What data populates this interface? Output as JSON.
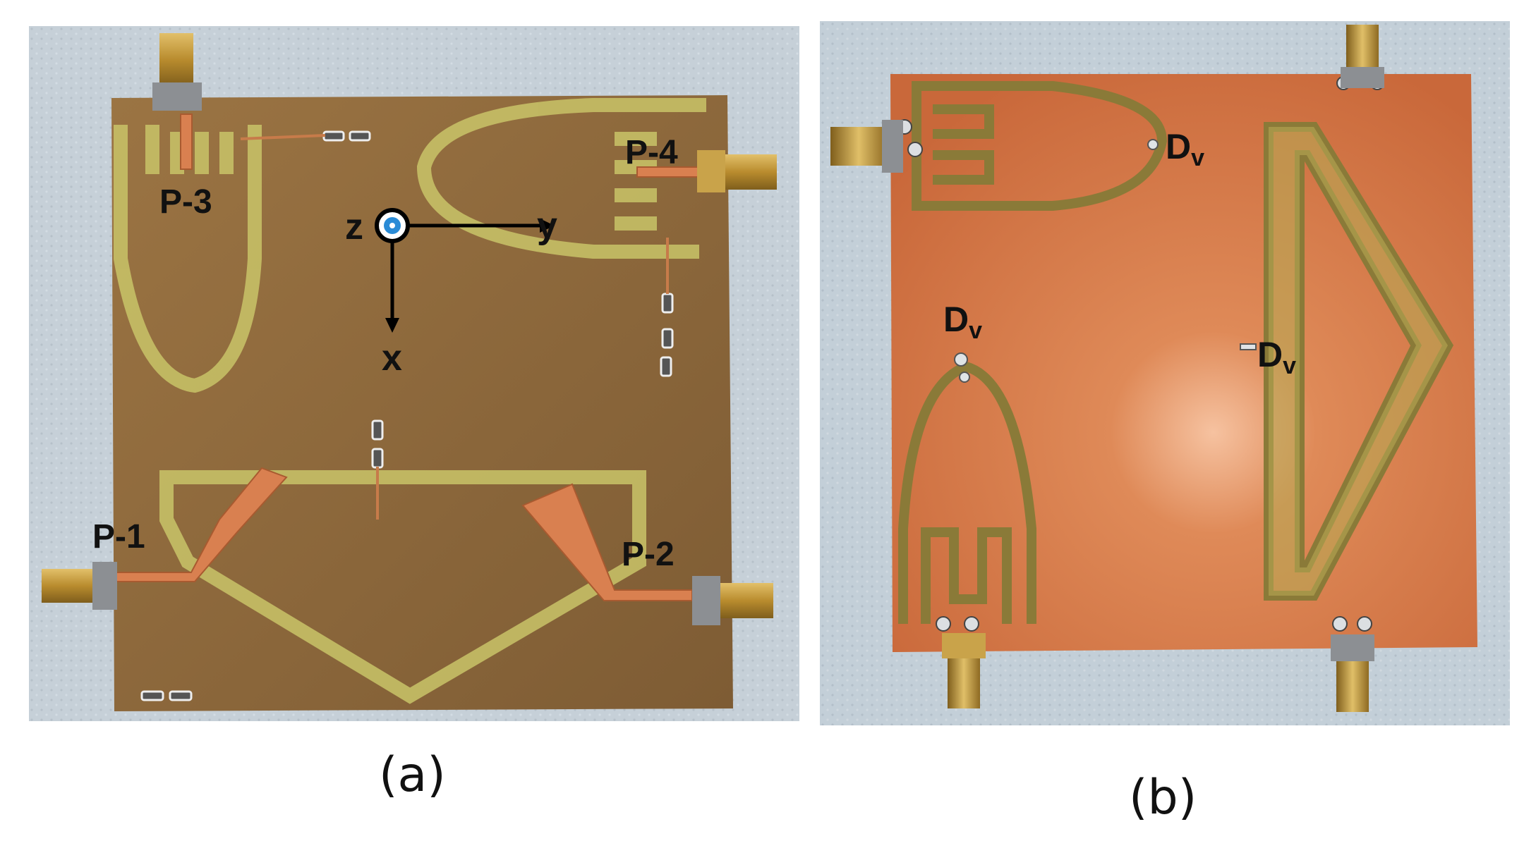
{
  "panels": [
    {
      "caption": "(a)",
      "ports": [
        "P-1",
        "P-2",
        "P-3",
        "P-4"
      ],
      "axes": {
        "z": "z",
        "y": "y",
        "x": "x"
      }
    },
    {
      "caption": "(b)",
      "diode_label_main": "D",
      "diode_label_sub": "v"
    }
  ],
  "colors": {
    "background_fabric": "#c7d2da",
    "fr4_substrate": "#8e6a3c",
    "copper": "#d77d4d",
    "etched_trace": "#c9c468",
    "connector_gold": "#c49a3a"
  }
}
